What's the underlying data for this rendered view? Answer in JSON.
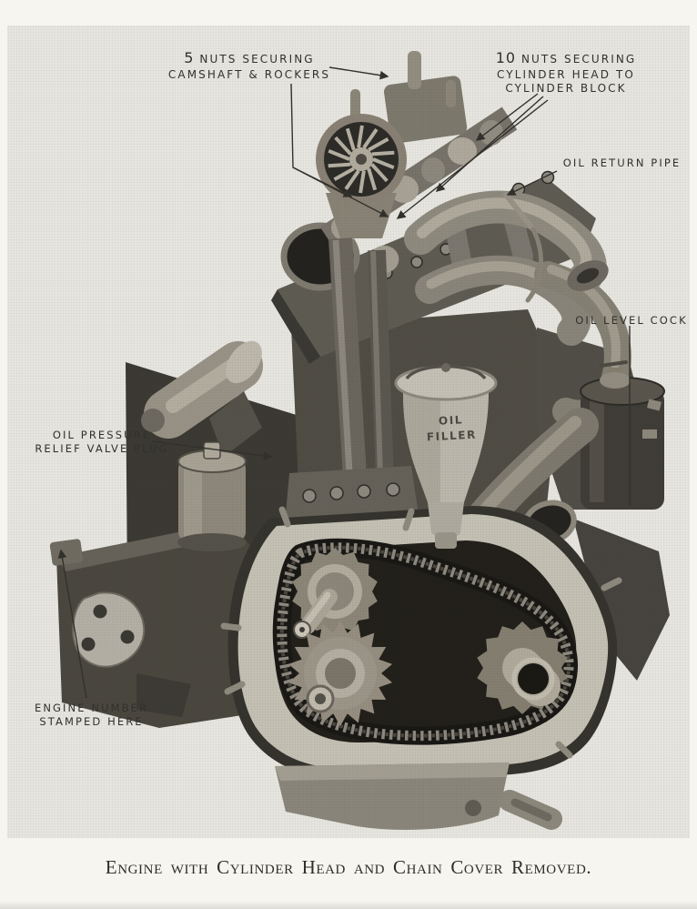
{
  "figure": {
    "caption": "Engine with Cylinder Head and Chain Cover Removed.",
    "labels": {
      "nuts5": {
        "num": "5",
        "line1": "NUTS SECURING",
        "line2": "CAMSHAFT & ROCKERS"
      },
      "nuts10": {
        "num": "10",
        "line1": "NUTS SECURING",
        "line2": "CYLINDER HEAD TO",
        "line3": "CYLINDER BLOCK"
      },
      "oil_return_pipe": "OIL RETURN PIPE",
      "oil_level_cock": "OIL LEVEL COCK",
      "oil_pressure_relief": {
        "line1": "OIL PRESSURE",
        "line2": "RELIEF VALVE PLUG"
      },
      "engine_number": {
        "line1": "ENGINE NUMBER",
        "line2": "STAMPED HERE"
      },
      "oil_filler": {
        "line1": "OIL",
        "line2": "FILLER"
      }
    },
    "colors": {
      "page_bg": "#f7f5ef",
      "photo_bg": "#e9e8e2",
      "ink": "#33312c",
      "caption_ink": "#2f2d29"
    }
  }
}
